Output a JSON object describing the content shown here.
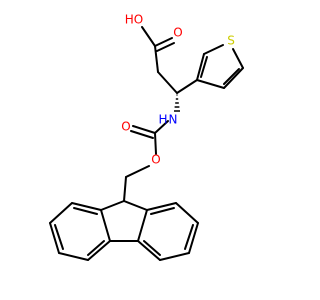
{
  "molecule": {
    "atom_labels": {
      "hydroxyl": "HO",
      "carbonyl_oxygen_acid": "O",
      "sulfur": "S",
      "amine": "N",
      "amine_hydrogen": "H",
      "carbonyl_oxygen_carbamate": "O",
      "ester_oxygen": "O"
    },
    "colors": {
      "oxygen": "#ff0000",
      "sulfur": "#cccc00",
      "nitrogen": "#0000ff",
      "bond": "#000000"
    }
  }
}
